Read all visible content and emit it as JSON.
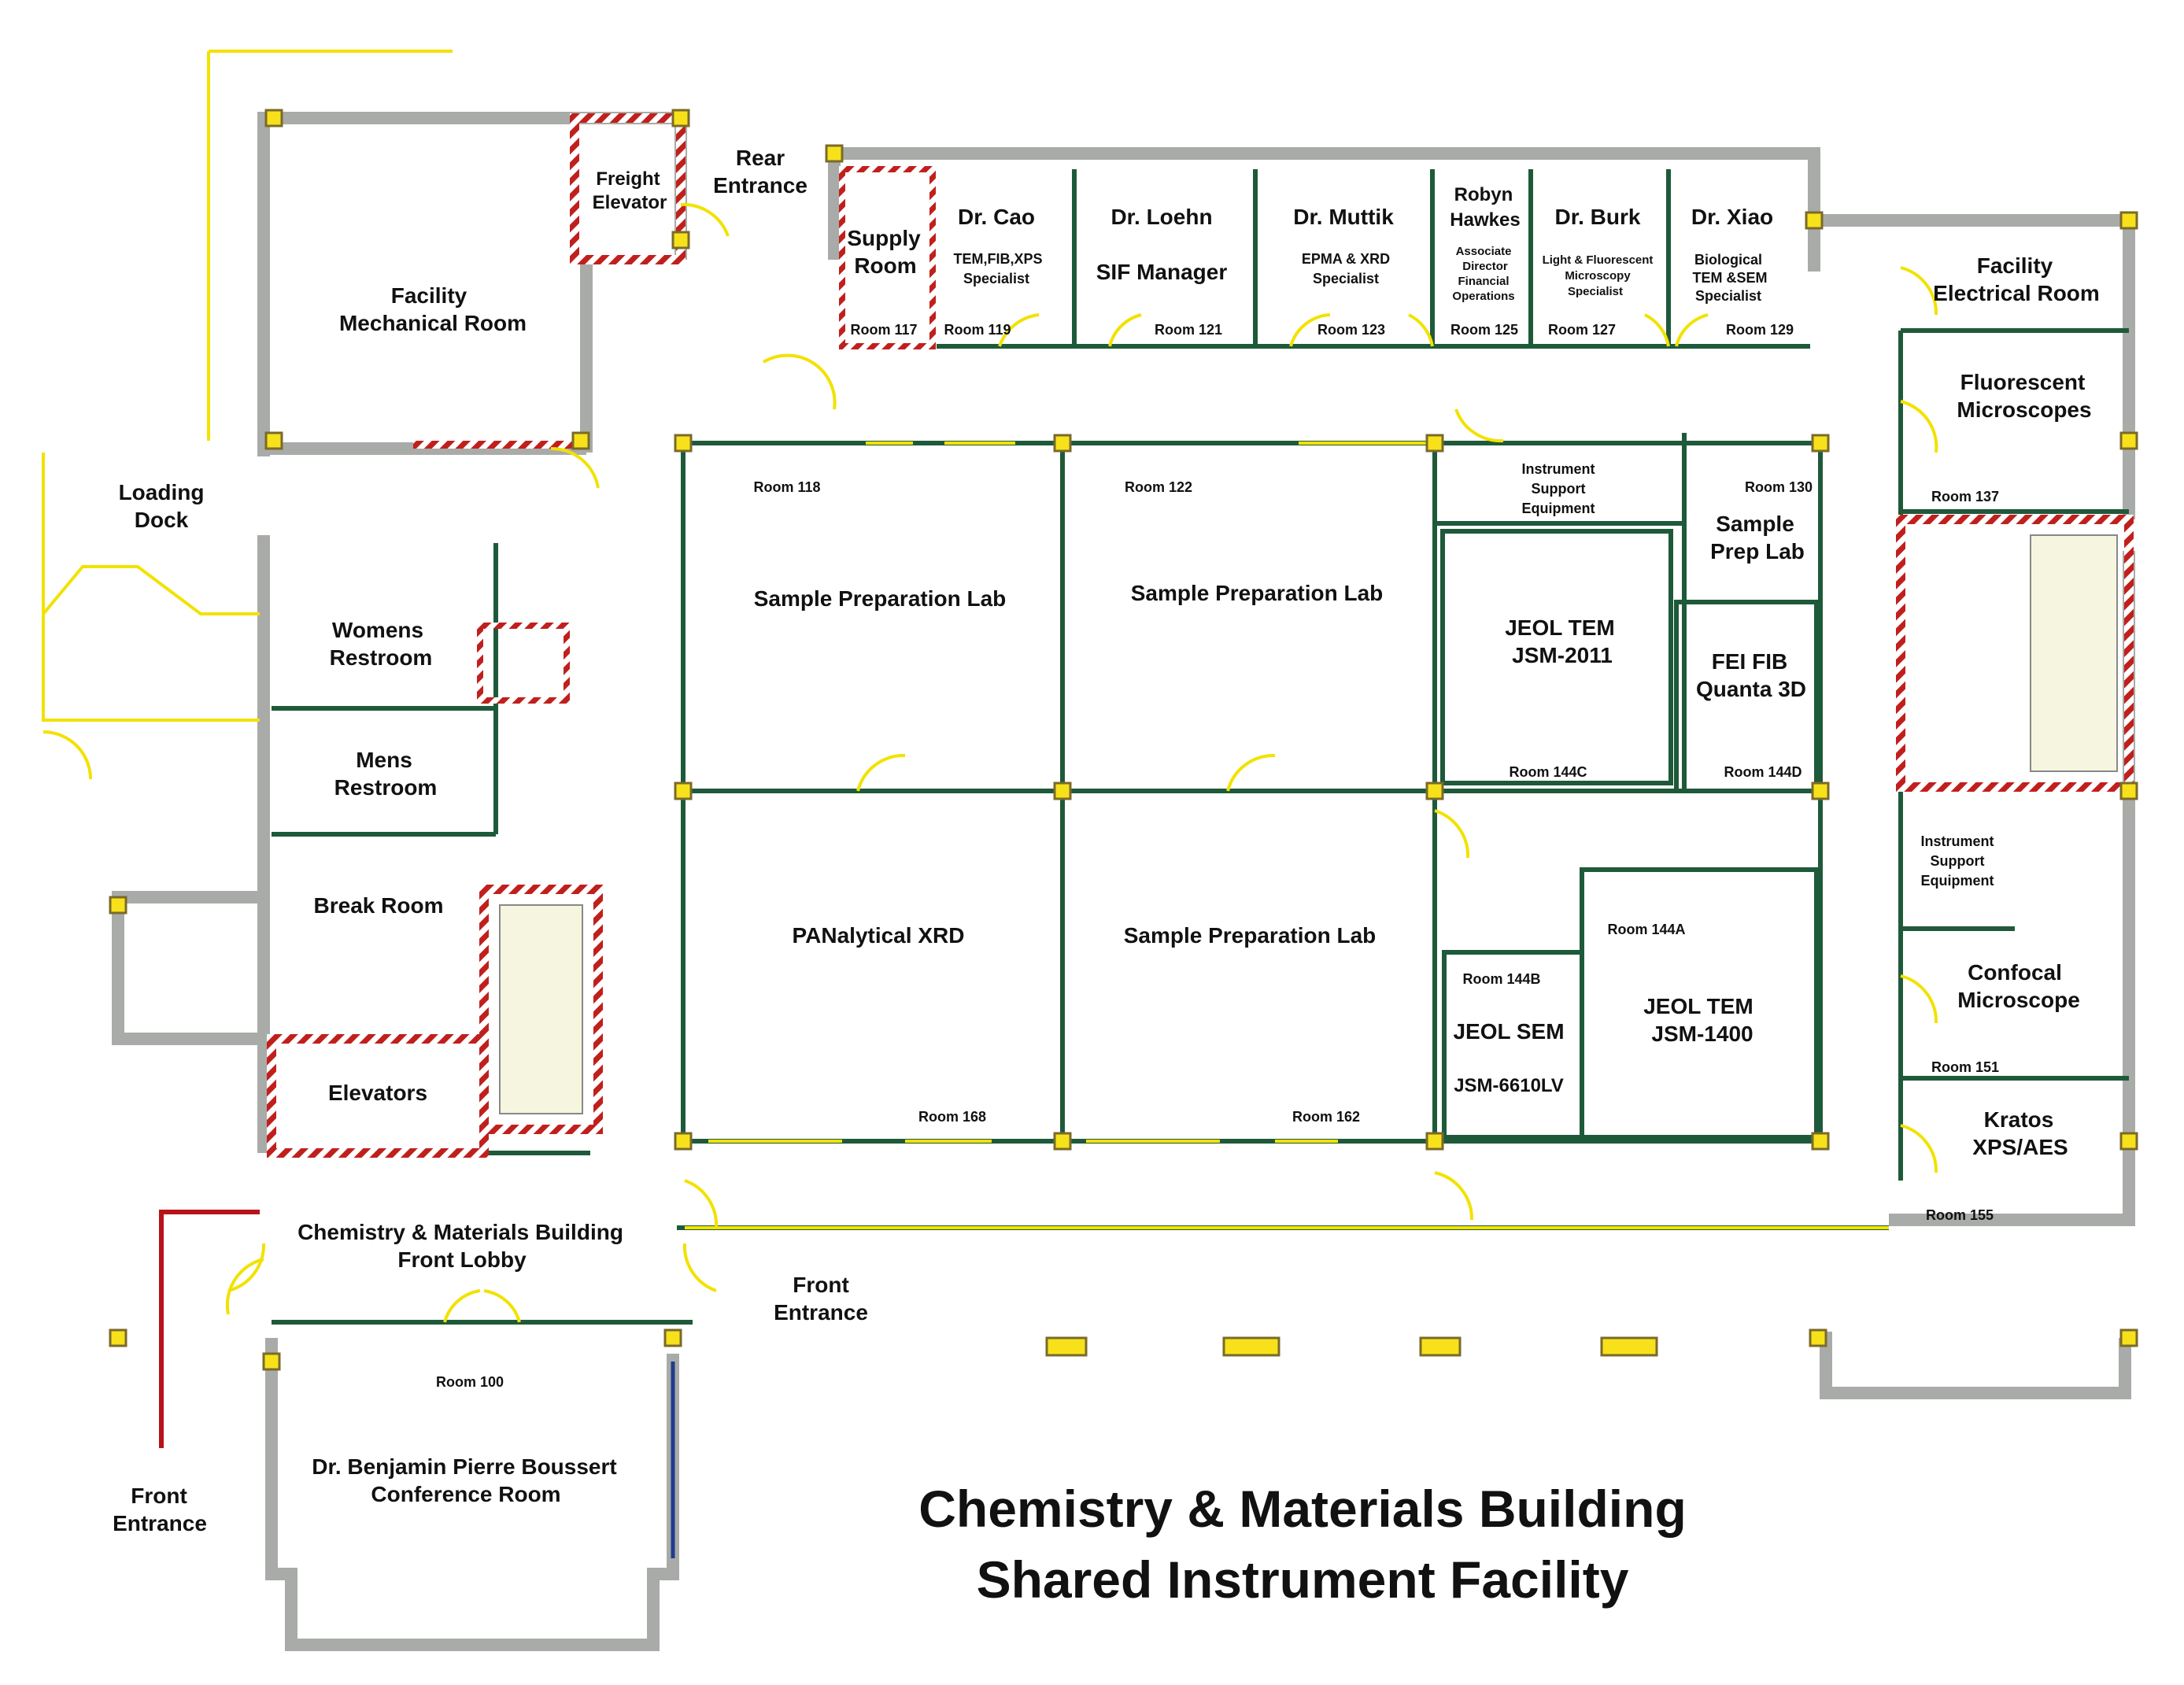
{
  "title": {
    "line1": "Chemistry & Materials Building",
    "line2": "Shared Instrument Facility"
  },
  "colors": {
    "wall_green": "#1e5a3a",
    "wall_gray": "#a9aba8",
    "door_yellow": "#f2e200",
    "column_yellow": "#f7e11a",
    "column_stroke": "#7a6a2a",
    "hatch_red": "#c0201d",
    "stairs_red": "#b8121b",
    "blue": "#1f3b8c"
  },
  "areas": {
    "loading_dock": {
      "line1": "Loading",
      "line2": "Dock"
    },
    "mechanical": {
      "line1": "Facility",
      "line2": "Mechanical Room"
    },
    "freight_elevator": {
      "line1": "Freight",
      "line2": "Elevator"
    },
    "rear_entrance": {
      "line1": "Rear",
      "line2": "Entrance"
    },
    "womens": {
      "line1": "Womens",
      "line2": "Restroom"
    },
    "mens": {
      "line1": "Mens",
      "line2": "Restroom"
    },
    "break_room": "Break Room",
    "elevators": "Elevators",
    "lobby": {
      "line1": "Chemistry & Materials Building",
      "line2": "Front Lobby"
    },
    "front_entrance_left": {
      "line1": "Front",
      "line2": "Entrance"
    },
    "front_entrance_mid": {
      "line1": "Front",
      "line2": "Entrance"
    },
    "conference": {
      "room": "Room 100",
      "line1": "Dr. Benjamin Pierre Boussert",
      "line2": "Conference Room"
    },
    "supply": {
      "line1": "Supply",
      "line2": "Room",
      "room": "Room 117"
    },
    "electrical": {
      "line1": "Facility",
      "line2": "Electrical Room"
    },
    "fluorescent": {
      "line1": "Fluorescent",
      "line2": "Microscopes",
      "room": "Room 137"
    },
    "instrument_support_right": {
      "line1": "Instrument",
      "line2": "Support",
      "line3": "Equipment"
    },
    "confocal": {
      "line1": "Confocal",
      "line2": "Microscope",
      "room": "Room 151"
    },
    "kratos": {
      "line1": "Kratos",
      "line2": "XPS/AES",
      "room": "Room 155"
    }
  },
  "offices": [
    {
      "name": "Dr. Cao",
      "line1": "TEM,FIB,XPS",
      "line2": "Specialist",
      "room": "Room 119"
    },
    {
      "name": "Dr. Loehn",
      "line1": "SIF Manager",
      "room": "Room 121"
    },
    {
      "name": "Dr. Muttik",
      "line1": "EPMA & XRD",
      "line2": "Specialist",
      "room": "Room 123"
    },
    {
      "name1": "Robyn",
      "name2": "Hawkes",
      "line1": "Associate",
      "line2": "Director",
      "line3": "Financial",
      "line4": "Operations",
      "room": "Room 125"
    },
    {
      "name": "Dr. Burk",
      "line1": "Light & Fluorescent",
      "line2": "Microscopy",
      "line3": "Specialist",
      "room": "Room 127"
    },
    {
      "name": "Dr. Xiao",
      "line1": "Biological",
      "line2": "TEM &SEM",
      "line3": "Specialist",
      "room": "Room 129"
    }
  ],
  "labs": {
    "r118": {
      "room": "Room 118",
      "name": "Sample Preparation Lab"
    },
    "r122": {
      "room": "Room 122",
      "name": "Sample Preparation Lab"
    },
    "r168": {
      "room": "Room 168",
      "name": "PANalytical XRD"
    },
    "r162": {
      "room": "Room 162",
      "name": "Sample Preparation Lab"
    },
    "support": {
      "line1": "Instrument",
      "line2": "Support",
      "line3": "Equipment"
    },
    "r130": {
      "room": "Room 130",
      "line1": "Sample",
      "line2": "Prep Lab"
    },
    "r144c": {
      "room": "Room 144C",
      "line1": "JEOL TEM",
      "line2": "JSM-2011"
    },
    "r144d": {
      "room": "Room 144D",
      "line1": "FEI FIB",
      "line2": "Quanta 3D"
    },
    "r144a": {
      "room": "Room 144A",
      "line1": "JEOL TEM",
      "line2": "JSM-1400"
    },
    "r144b": {
      "room": "Room 144B",
      "line1": "JEOL SEM",
      "line2": "JSM-6610LV"
    }
  }
}
